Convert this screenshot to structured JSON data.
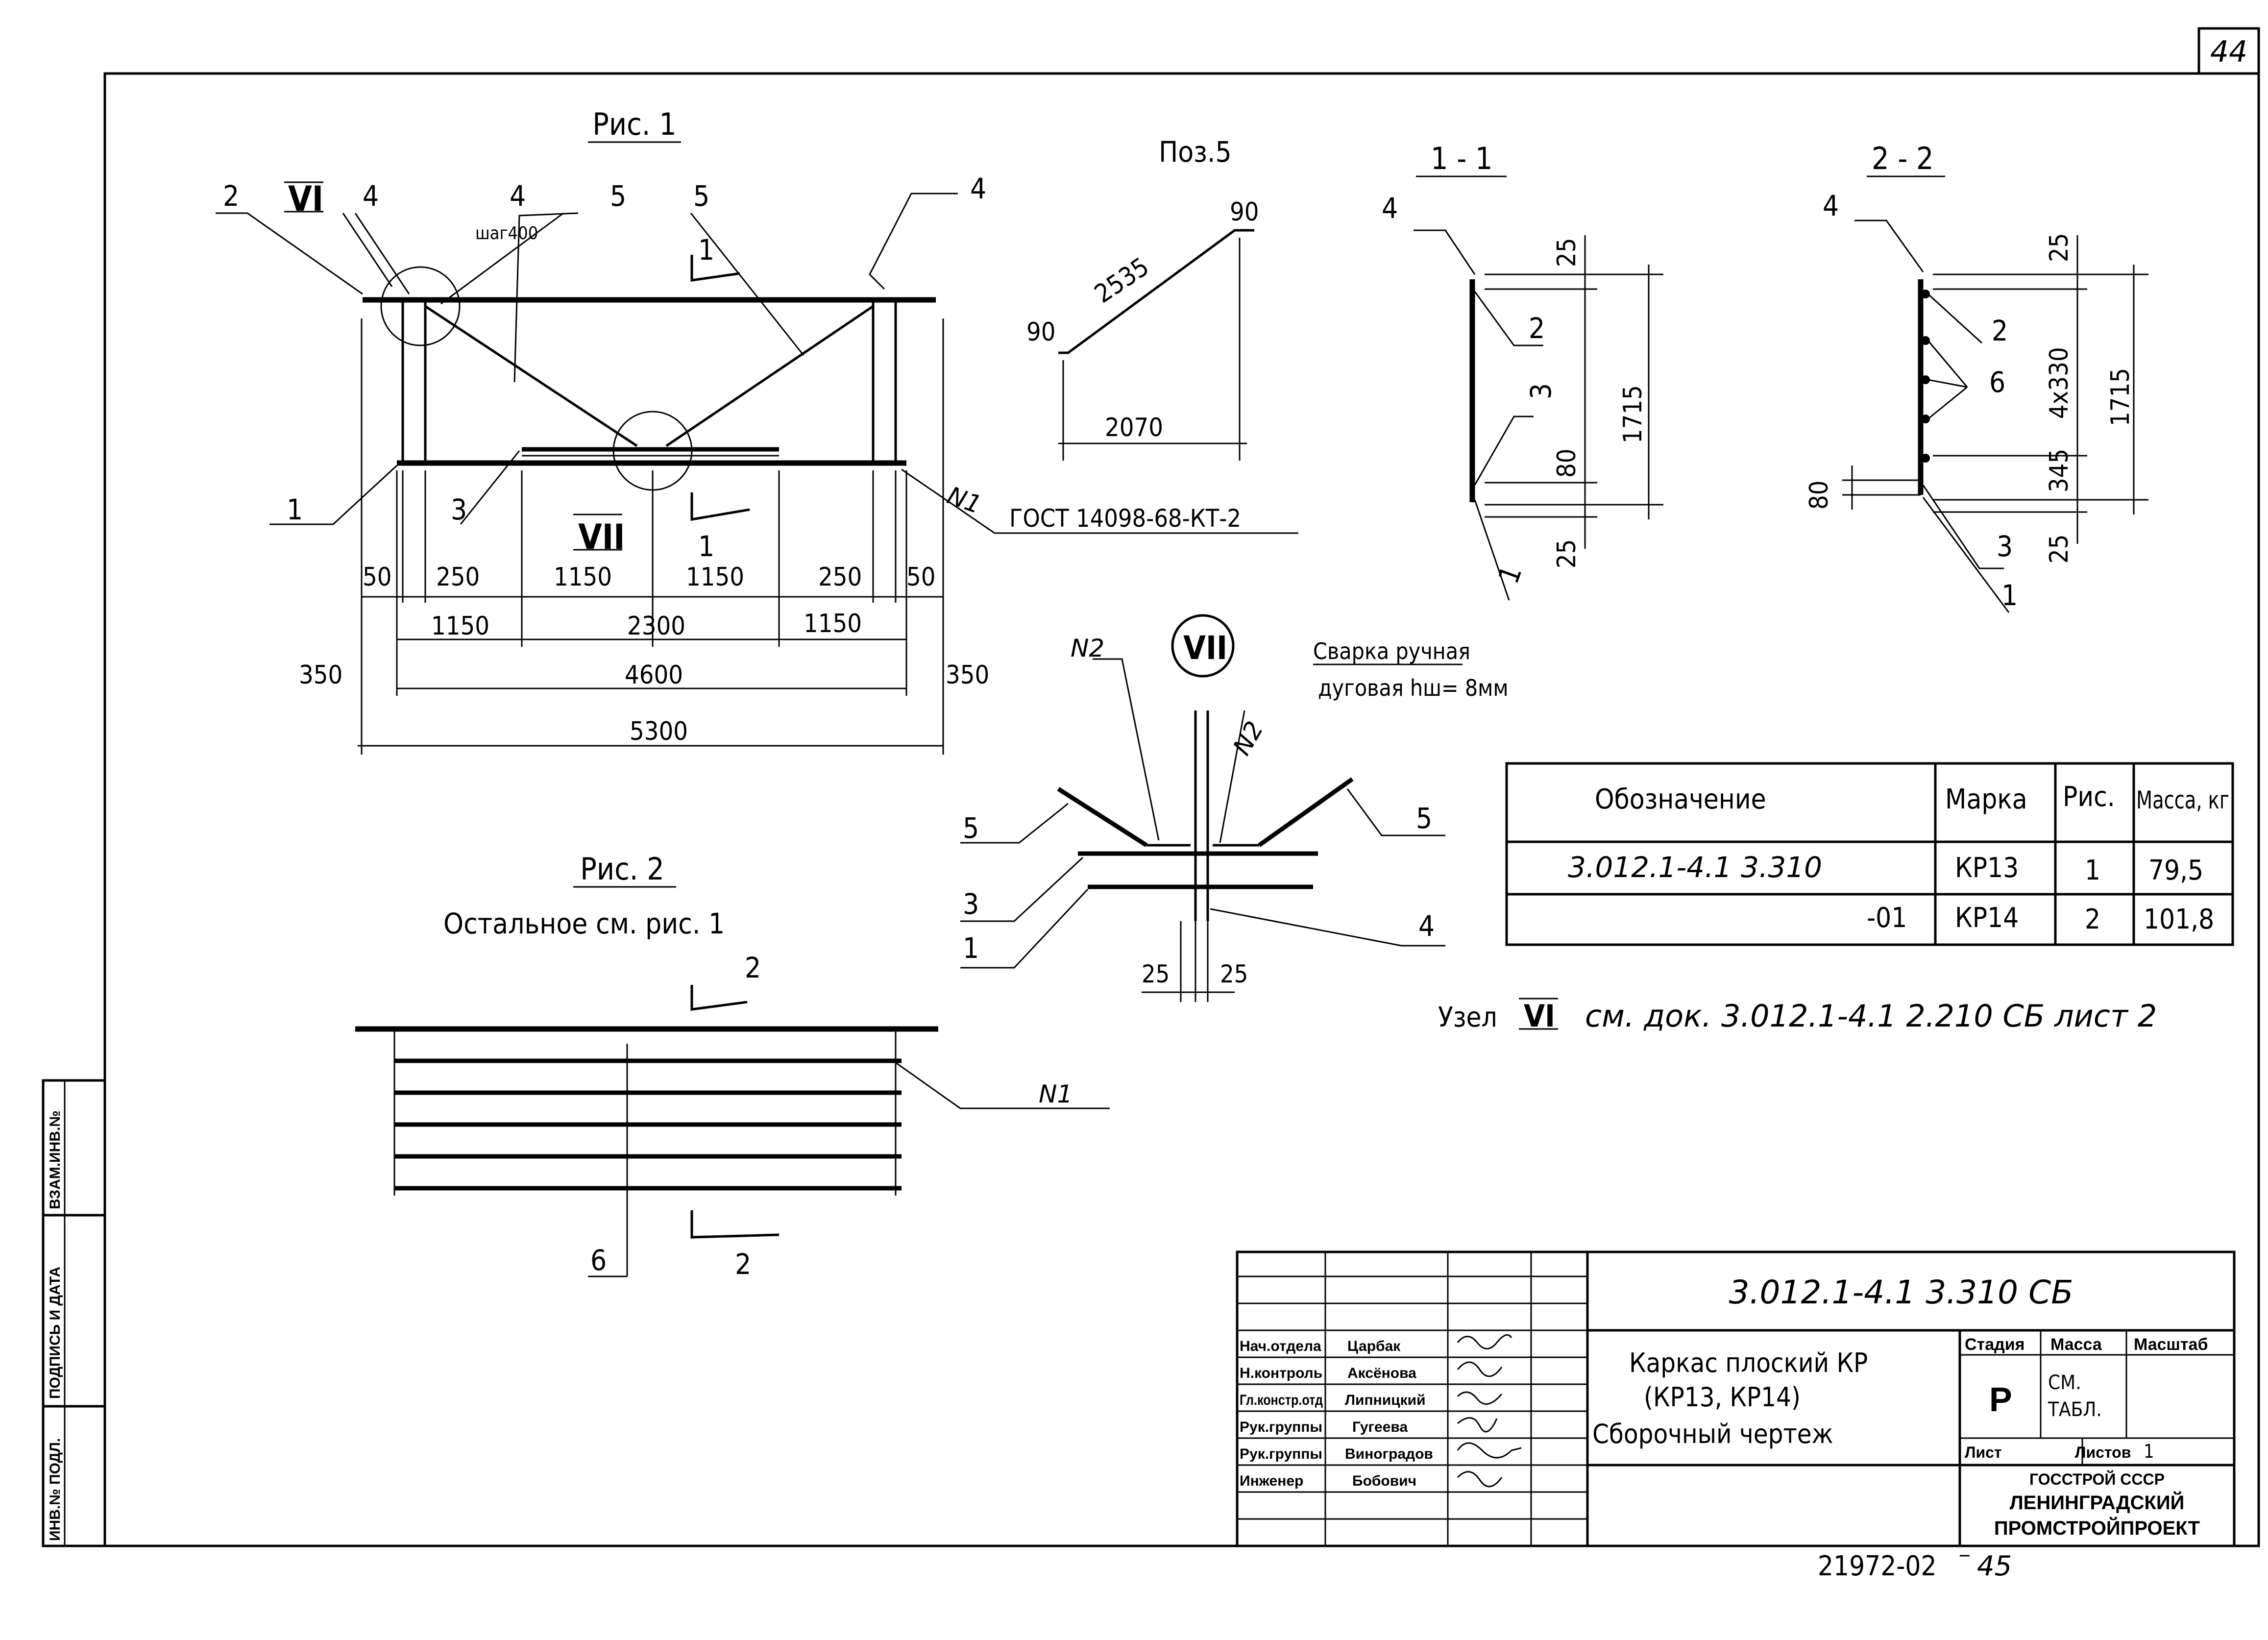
{
  "sheet": {
    "page_number": "44",
    "inventory_number": "21972-02",
    "copy_number": "45"
  },
  "stamps": {
    "vzam_inv": "ВЗАМ.ИНВ.№",
    "podpis_data": "ПОДПИСЬ И ДАТА",
    "inv_podl": "ИНВ.№ ПОДЛ."
  },
  "fig1": {
    "title": "Рис. 1",
    "node6": "VI",
    "node7": "VII",
    "labels": {
      "p2": "2",
      "p4a": "4",
      "p4b": "4",
      "shag": "шаг400",
      "p5a": "5",
      "p5b": "5",
      "p4c": "4",
      "p1": "1",
      "p3": "3",
      "n1": "N1",
      "gost": "ГОСТ 14098-68-КТ-2"
    },
    "section_a": "1",
    "section_b": "1",
    "dims": {
      "d50a": "50",
      "d250a": "250",
      "d1150a": "1150",
      "d1150b": "1150",
      "d250b": "250",
      "d50b": "50",
      "r2_1150a": "1150",
      "r2_2300": "2300",
      "r2_1150b": "1150",
      "d350a": "350",
      "d4600": "4600",
      "d350b": "350",
      "d5300": "5300"
    }
  },
  "poz5": {
    "title": "Поз.5",
    "d90a": "90",
    "d90b": "90",
    "d2535": "2535",
    "d2070": "2070"
  },
  "sec11": {
    "title": "1 - 1",
    "p4": "4",
    "p2": "2",
    "p3": "3",
    "p1": "1",
    "d25a": "25",
    "d80": "80",
    "d25b": "25",
    "d1715": "1715"
  },
  "sec22": {
    "title": "2 - 2",
    "p4": "4",
    "p2": "2",
    "p6": "6",
    "p3": "3",
    "p1": "1",
    "d25a": "25",
    "d4x330": "4x330",
    "d345": "345",
    "d25b": "25",
    "d80": "80",
    "d1715": "1715"
  },
  "node7": {
    "label": "VII",
    "weld_line1": "Сварка ручная",
    "weld_line2": "дуговая hш= 8мм",
    "n2a": "N2",
    "n2b": "N2",
    "p5": "5",
    "p3": "3",
    "p1": "1",
    "p5r": "5",
    "p4r": "4",
    "d25a": "25",
    "d25b": "25"
  },
  "fig2": {
    "title": "Рис. 2",
    "note": "Остальное см. рис. 1",
    "sec_top": "2",
    "sec_bot": "2",
    "n1": "N1",
    "p6": "6"
  },
  "spec_table": {
    "headers": [
      "Обозначение",
      "Марка",
      "Рис.",
      "Масса, кг"
    ],
    "rows": [
      [
        "3.012.1-4.1    3.310",
        "КР13",
        "1",
        "79,5"
      ],
      [
        "-01",
        "КР14",
        "2",
        "101,8"
      ]
    ]
  },
  "node_note": {
    "prefix": "Узел",
    "roman": "VI",
    "text": "см. док. 3.012.1-4.1  2.210 СБ  лист 2"
  },
  "title_block": {
    "code": "3.012.1-4.1  3.310 СБ",
    "staff": [
      {
        "role": "Нач.отдела",
        "name": "Царбак"
      },
      {
        "role": "Н.контроль",
        "name": "Аксёнова"
      },
      {
        "role": "Гл.констр.отд",
        "name": "Липницкий"
      },
      {
        "role": "Рук.группы",
        "name": "Гугеева"
      },
      {
        "role": "Рук.группы",
        "name": "Виноградов"
      },
      {
        "role": "Инженер",
        "name": "Бобович"
      }
    ],
    "name_lines": [
      "Каркас плоский КР",
      "(КР13,  КР14)",
      "Сборочный чертеж"
    ],
    "stage_label": "Стадия",
    "mass_label": "Масса",
    "scale_label": "Масштаб",
    "stage_value": "Р",
    "mass_value_1": "СМ.",
    "mass_value_2": "ТАБЛ.",
    "sheet_label": "Лист",
    "sheets_label": "Листов",
    "sheets_value": "1",
    "org": [
      "ГОССТРОЙ СССР",
      "ЛЕНИНГРАДСКИЙ",
      "ПРОМСТРОЙПРОЕКТ"
    ]
  }
}
